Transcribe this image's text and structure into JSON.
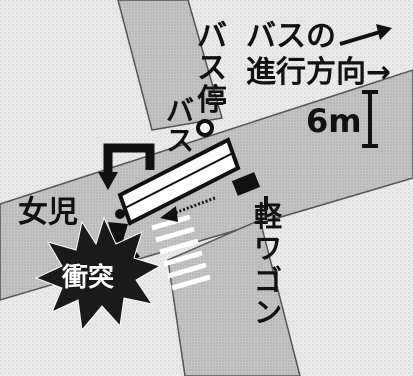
{
  "map": {
    "labels": {
      "bus_stop": "バス停",
      "bus_direction": "バスの\n進行方向→",
      "distance": "6m",
      "bus": "バス",
      "girl": "女児",
      "collision": "衝突",
      "kei_wagon": "軽ワゴン"
    },
    "colors": {
      "road": "#c7c7c7",
      "sidewalk": "#ebebeb",
      "ink": "#111111",
      "burst": "#1a1a1a"
    }
  }
}
